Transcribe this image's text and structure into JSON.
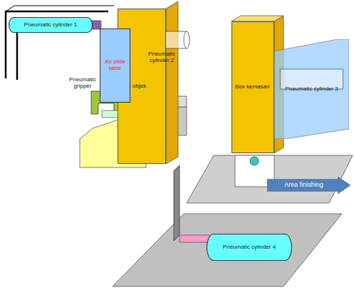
{
  "diagram": {
    "nodes": [
      {
        "text": [
          "Pneumatic cylinder 1"
        ]
      },
      {
        "text": [
          "Box objek"
        ]
      },
      {
        "text": [
          "Air slide table"
        ]
      },
      {
        "text": [
          "Box kemasan"
        ]
      },
      {
        "text": [
          "Pneumatic cylinder 3"
        ]
      },
      {
        "text": [
          "Area finishing"
        ]
      },
      {
        "text": [
          "Pneumatic cylinder 4"
        ]
      }
    ],
    "labels": [
      "Pneumatic cylinder 2",
      "Pneumatic gripper"
    ]
  }
}
